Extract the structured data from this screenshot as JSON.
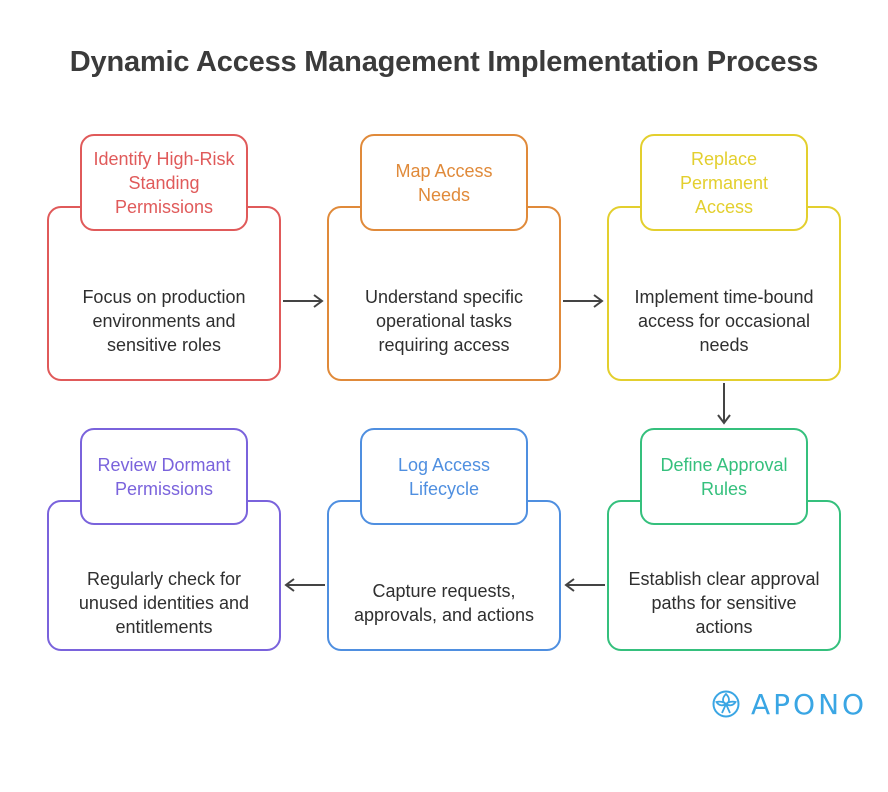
{
  "title": "Dynamic Access Management Implementation Process",
  "steps": [
    {
      "title": "Identify High-Risk Standing Permissions",
      "description": "Focus on production environments and sensitive roles",
      "color": "#e05a5a"
    },
    {
      "title": "Map Access Needs",
      "description": "Understand specific operational tasks requiring access",
      "color": "#e08a3a"
    },
    {
      "title": "Replace Permanent Access",
      "description": "Implement time-bound access for occasional needs",
      "color": "#e3cf2e"
    },
    {
      "title": "Define Approval Rules",
      "description": "Establish clear approval paths for sensitive actions",
      "color": "#35c07d"
    },
    {
      "title": "Log Access Lifecycle",
      "description": "Capture requests, approvals, and actions",
      "color": "#4f8fe0"
    },
    {
      "title": "Review Dormant Permissions",
      "description": "Regularly check for unused identities and entitlements",
      "color": "#7a63dc"
    }
  ],
  "logo": {
    "text": "APONO",
    "color": "#3aa6e4"
  }
}
